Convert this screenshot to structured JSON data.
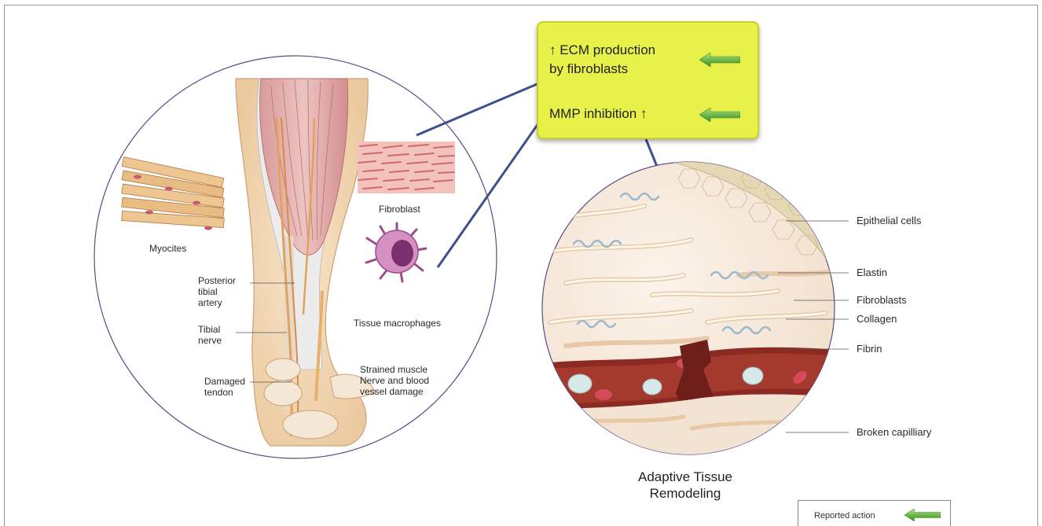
{
  "callout": {
    "line1_arrow": "🠝",
    "line1": "ECM production",
    "line2": "by fibroblasts",
    "line3": "MMP inhibition",
    "line3_arrow": "🠝"
  },
  "left_labels": {
    "myocites": "Myocites",
    "fibroblast": "Fibroblast",
    "posterior_tibial_artery": [
      "Posterior",
      "tibial",
      "artery"
    ],
    "tibial_nerve": [
      "Tibial",
      "nerve"
    ],
    "damaged_tendon": [
      "Damaged",
      "tendon"
    ],
    "tissue_macrophages": "Tissue macrophages",
    "strained": [
      "Strained muscle",
      "Nerve and blood",
      "vessel damage"
    ]
  },
  "right_labels": {
    "epithelial_cells": "Epithelial cells",
    "elastin": "Elastin",
    "fibroblasts": "Fibroblasts",
    "collagen": "Collagen",
    "fibrin": "Fibrin",
    "broken_capillary": "Broken capilliary"
  },
  "caption": {
    "line1": "Adaptive Tissue",
    "line2": "Remodeling"
  },
  "legend": {
    "text": "Reported action"
  },
  "colors": {
    "callout_bg": "#e8f04a",
    "arrow_green": "#6fb84a",
    "circle_outline": "#5a4a8a",
    "connector": "#3e4f8f"
  },
  "icons": [
    "green-left-arrow-icon",
    "up-arrow-icon"
  ]
}
